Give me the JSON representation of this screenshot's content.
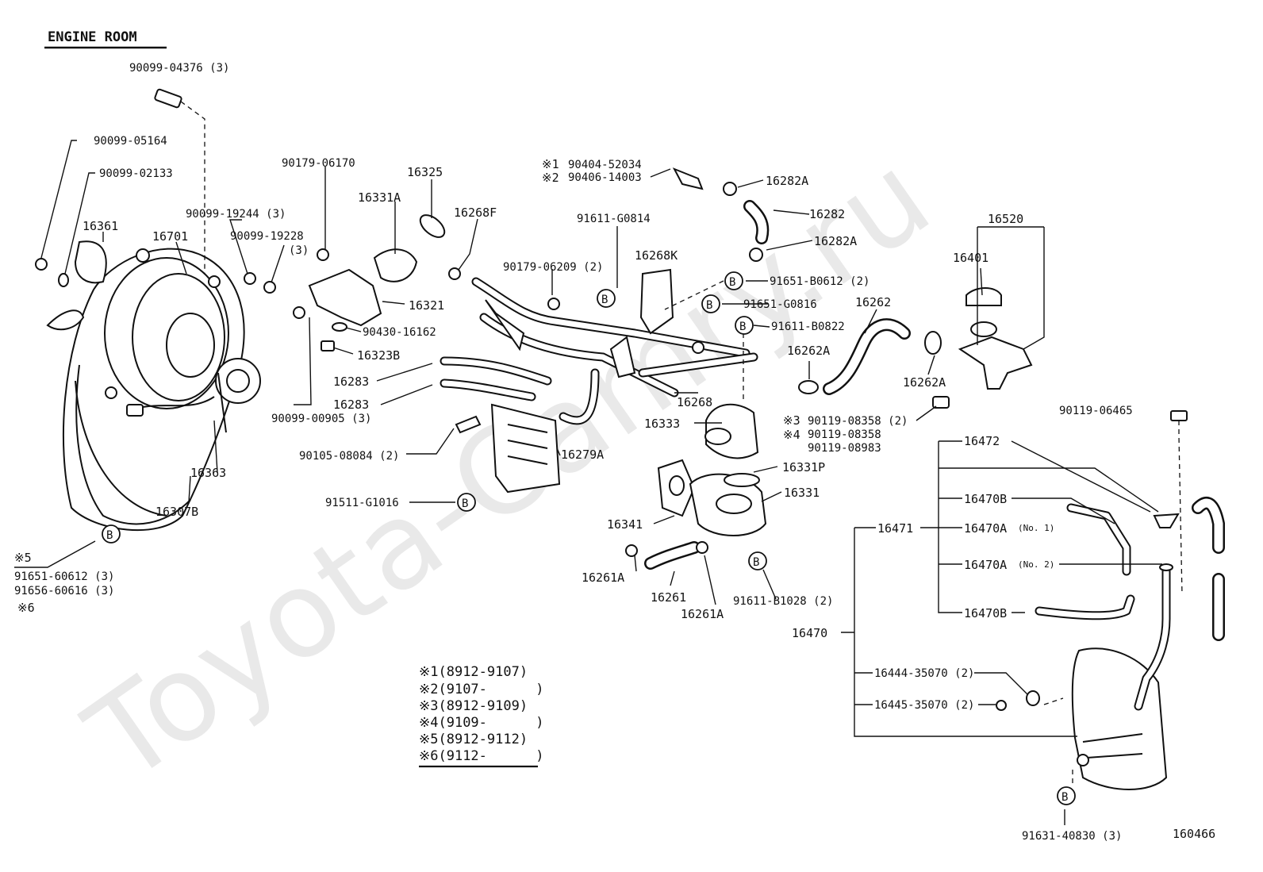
{
  "title": "ENGINE ROOM",
  "watermark": "Toyota-Camry.ru",
  "figure_number": "160466",
  "circle_marker": "B",
  "labels": {
    "p90099_04376": "90099-04376 (3)",
    "p90099_05164": "90099-05164",
    "p90099_02133": "90099-02133",
    "p16361": "16361",
    "p16701": "16701",
    "p90099_19244": "90099-19244 (3)",
    "p90099_19228": "90099-19228",
    "p90099_19228_qty": "(3)",
    "p90179_06170": "90179-06170",
    "p16325": "16325",
    "p16331A": "16331A",
    "p16268F": "16268F",
    "p16321": "16321",
    "p90430_16162": "90430-16162",
    "p16323B": "16323B",
    "p90179_06209": "90179-06209 (2)",
    "p91611_G0814": "91611-G0814",
    "p16268K": "16268K",
    "p16283a": "16283",
    "p16283b": "16283",
    "p90099_00905": "90099-00905 (3)",
    "p90105_08084": "90105-08084 (2)",
    "p16279A": "16279A",
    "p91511_G1016": "91511-G1016",
    "p16363": "16363",
    "p16307B": "16307B",
    "p91651_60612": "91651-60612 (3)",
    "p91656_60616": "91656-60616 (3)",
    "p90404_52034": "90404-52034",
    "p90406_14003": "90406-14003",
    "p16282A_top": "16282A",
    "p16282": "16282",
    "p16282A_bot": "16282A",
    "p91651_B0612": "91651-B0612 (2)",
    "p91651_G0816": "91651-G0816",
    "p91611_B0822": "91611-B0822",
    "p16262": "16262",
    "p16262A_a": "16262A",
    "p16262A_b": "16262A",
    "p16268": "16268",
    "p16333": "16333",
    "p90119_08358_2": "90119-08358 (2)",
    "p90119_08358": "90119-08358",
    "p90119_08983": "90119-08983",
    "p16331P": "16331P",
    "p16331": "16331",
    "p16341": "16341",
    "p16261A_a": "16261A",
    "p16261": "16261",
    "p16261A_b": "16261A",
    "p91611_B1028": "91611-B1028 (2)",
    "p16520": "16520",
    "p16401": "16401",
    "p90119_06465": "90119-06465",
    "p16472": "16472",
    "p16470B_top": "16470B",
    "p16471": "16471",
    "p16470A_1": "16470A",
    "p16470A_1_no": "(No. 1)",
    "p16470A_2": "16470A",
    "p16470A_2_no": "(No. 2)",
    "p16470B_bot": "16470B",
    "p16470": "16470",
    "p16444_35070": "16444-35070 (2)",
    "p16445_35070": "16445-35070 (2)",
    "p91631_40830": "91631-40830 (3)"
  },
  "notes": [
    {
      "mark": "※1",
      "text": "(8912-9107)"
    },
    {
      "mark": "※2",
      "text": "(9107-      )"
    },
    {
      "mark": "※3",
      "text": "(8912-9109)"
    },
    {
      "mark": "※4",
      "text": "(9109-      )"
    },
    {
      "mark": "※5",
      "text": "(8912-9112)"
    },
    {
      "mark": "※6",
      "text": "(9112-      )"
    }
  ],
  "inline_marks": {
    "m1": "※1",
    "m2": "※2",
    "m3": "※3",
    "m4": "※4",
    "m5": "※5",
    "m6": "※6"
  }
}
